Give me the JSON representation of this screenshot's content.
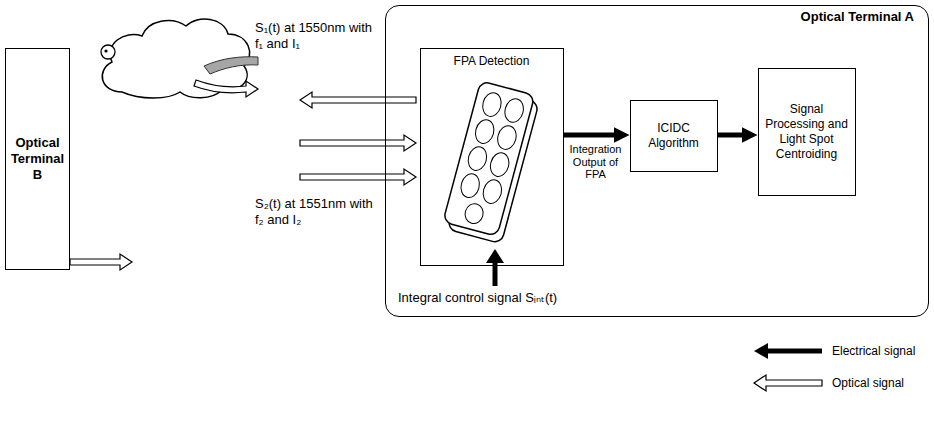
{
  "diagram": {
    "nodes": [
      {
        "text": [
          "Optical Terminal B"
        ]
      },
      {
        "text": [
          "Optical Terminal A"
        ]
      },
      {
        "text": [
          "FPA Detection"
        ],
        "in": 1
      },
      {
        "text": [
          "ICIDC Algorithm"
        ],
        "in": 1
      },
      {
        "text": [
          "Signal Processing and Light Spot Centroiding"
        ],
        "in": 1
      }
    ],
    "edges": [
      {
        "from": 2,
        "to": 3,
        "arrow": "to"
      },
      {
        "from": 3,
        "to": 4,
        "arrow": "to"
      }
    ],
    "labels": [
      "S₁(t) at 1550nm with f₁ and I₁",
      "S₂(t) at 1551nm with f₂ and I₂",
      "Integral control signal Sᵢₙₜ(t)",
      "Integration Output of FPA"
    ],
    "legend": [
      {
        "text": "Electrical signal"
      },
      {
        "text": "Optical signal"
      }
    ]
  }
}
